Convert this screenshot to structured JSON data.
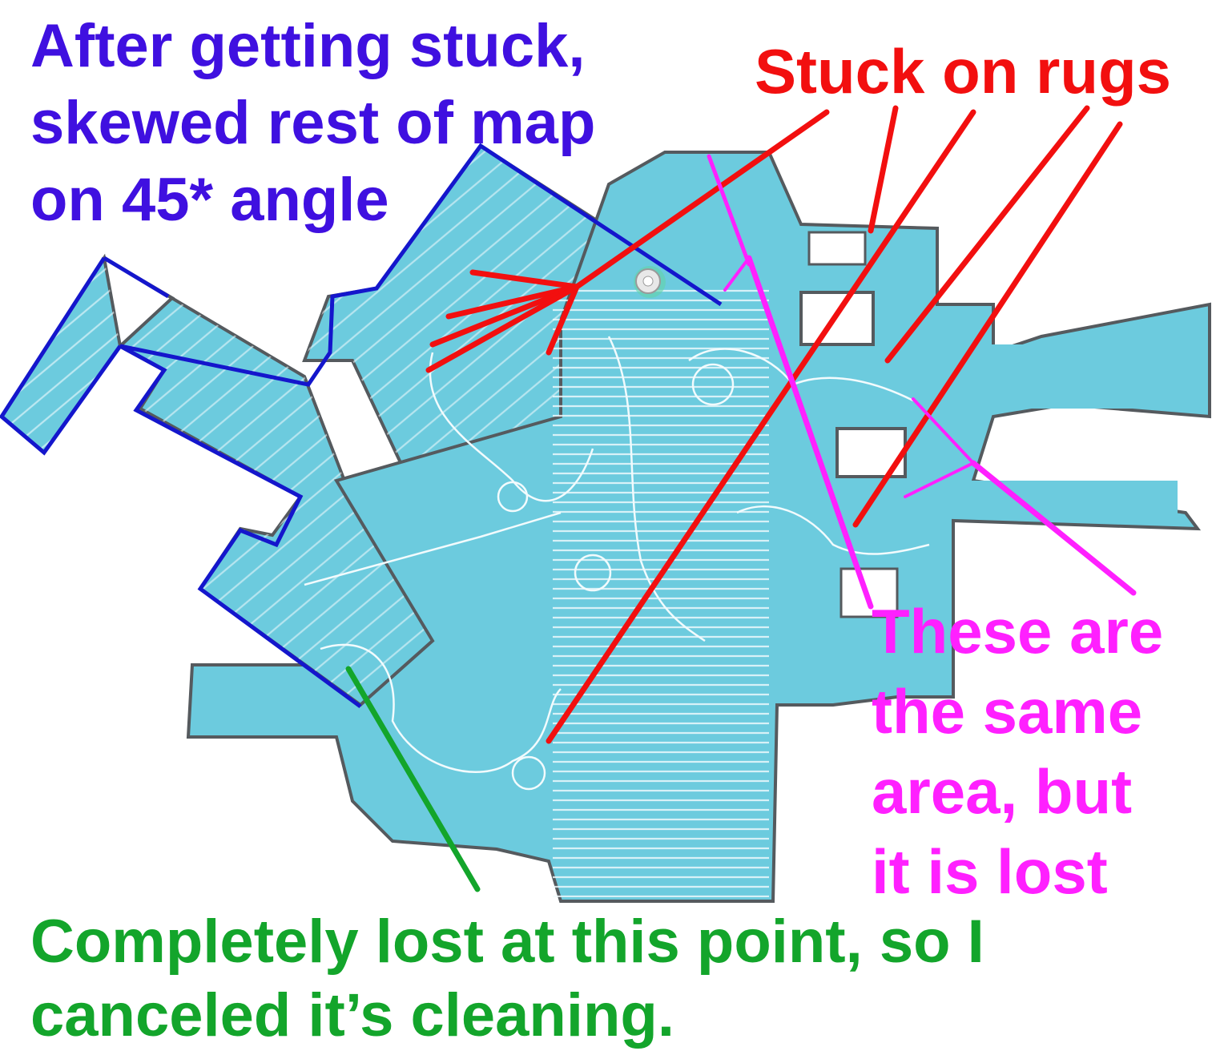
{
  "colors": {
    "floor": "#6ccbde",
    "wall": "#555a5e",
    "path": "#f2fbfd",
    "robot": "#e8e8e8",
    "blue": "#3f10e0",
    "red": "#f20f0f",
    "magenta": "#ff20ff",
    "green": "#13a52b",
    "outline": "#1416cc"
  },
  "icons": [
    "robot-vacuum-icon"
  ],
  "annotations": {
    "skew": {
      "lines": [
        "After getting stuck,",
        "skewed rest of map",
        "on 45* angle"
      ],
      "color": "#3f10e0"
    },
    "rugs": {
      "lines": [
        "Stuck on rugs"
      ],
      "color": "#f20f0f"
    },
    "same": {
      "lines": [
        "These are",
        "the same",
        "area, but",
        "it is lost"
      ],
      "color": "#ff20ff"
    },
    "lost": {
      "lines": [
        "Completely lost at this point, so I",
        "canceled it’s cleaning."
      ],
      "color": "#13a52b"
    }
  }
}
